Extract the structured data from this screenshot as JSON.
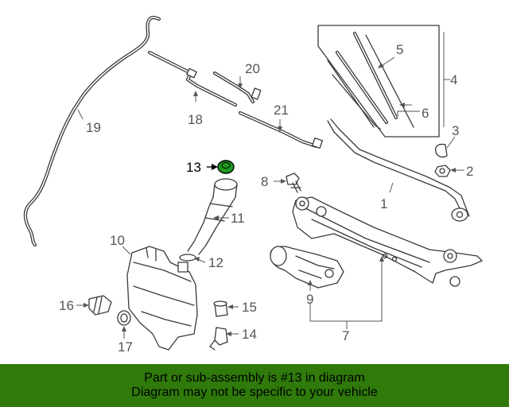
{
  "callouts": {
    "c1": "1",
    "c2": "2",
    "c3": "3",
    "c4": "4",
    "c5": "5",
    "c6": "6",
    "c7": "7",
    "c8": "8",
    "c9": "9",
    "c10": "10",
    "c11": "11",
    "c12": "12",
    "c13": "13",
    "c14": "14",
    "c15": "15",
    "c16": "16",
    "c17": "17",
    "c18": "18",
    "c19": "19",
    "c20": "20",
    "c21": "21"
  },
  "highlighted_part": "13",
  "banner": {
    "line1": "Part or sub-assembly is #13 in diagram",
    "line2": "Diagram may not be specific to your vehicle",
    "background": "#2f7a0b"
  },
  "colors": {
    "highlight": "#1f9a1f",
    "linework": "#3a3a3a",
    "label": "#555555"
  }
}
